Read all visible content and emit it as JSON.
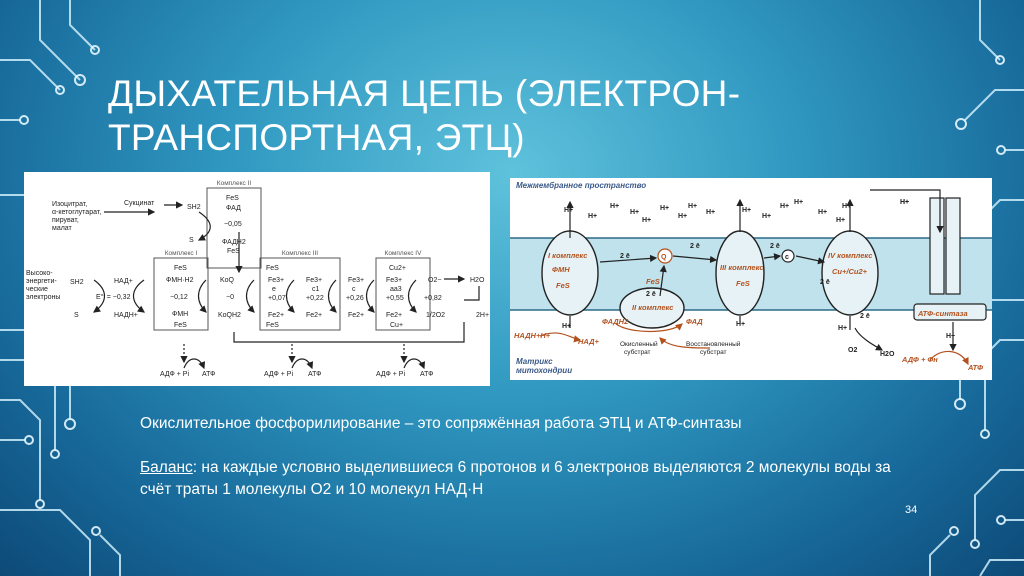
{
  "slide": {
    "title": "ДЫХАТЕЛЬНАЯ ЦЕПЬ (ЭЛЕКТРОН-ТРАНСПОРТНАЯ, ЭТЦ)",
    "line1": "Окислительное фосфорилирование – это сопряжённая работа ЭТЦ и АТФ-синтазы",
    "balance_label": "Баланс",
    "balance_text": ": на каждые условно выделившиеся 6 протонов и 6 электронов выделяются 2 молекулы воды за счёт траты 1 молекулы О2 и 10 молекул НАД·Н",
    "page_number": "34"
  },
  "left_diagram": {
    "complex2_title": "Комплекс II",
    "complex1_title": "Комплекс I",
    "complex3_title": "Комплекс III",
    "complex4_title": "Комплекс IV",
    "substrates": "Изоцитрат,\nα-кетоглутарат,\nпируват,\nмалат",
    "succinate": "Сукцинат",
    "sh2_top": "SH2",
    "s_top": "S",
    "c2_fes": "FeS",
    "c2_fad": "ФАД",
    "c2_e": "−0,05",
    "c2_fadh2": "ФАДН2",
    "c2_fes2": "FeS",
    "high_energy": "Высоко-\nэнергети-\nческие\nэлектроны",
    "sh2": "SH2",
    "s": "S",
    "nad": "НАД+",
    "eo": "E°′ = −0,32",
    "nadh": "НАДН+",
    "c1_fes": "FeS",
    "c1_fmnh2": "ФМН·Н2",
    "c1_e": "−0,12",
    "c1_fmn": "ФМН",
    "c1_fes2": "FeS",
    "koq": "KoQ",
    "koq_e": "−0",
    "koqh2": "KoQH2",
    "c3_fes": "FeS",
    "c3_fe3a": "Fe3+",
    "c3_fe2a": "Fe3+",
    "c3_b": "e",
    "c3_c1": "c1",
    "c3_e1": "+0,07",
    "c3_e2": "+0,22",
    "c3_fes2": "FeS",
    "c3_fe2b": "Fe2+",
    "c3_fe2c": "Fe2+",
    "c_fe3": "Fe3+",
    "c_c": "c",
    "c_e": "+0,26",
    "c_fe2": "Fe2+",
    "c4_cu": "Cu2+",
    "c4_fe3": "Fe3+",
    "c4_aa3": "aa3",
    "c4_e": "+0,55",
    "c4_fe2": "Fe2+",
    "c4_cu2": "Cu+",
    "o2m": "O2−",
    "o_e": "+0,82",
    "half_o2": "1/2O2",
    "h2o": "H2O",
    "twoh": "2H+",
    "adp1": "АДФ + Pi",
    "atp1": "АТФ",
    "adp2": "АДФ + Pi",
    "atp2": "АТФ",
    "adp3": "АДФ + Pi",
    "atp3": "АТФ"
  },
  "right_diagram": {
    "intermembrane": "Межмембранное пространство",
    "matrix": "Матрикс\nмитохондрии",
    "h": "H+",
    "c1": "I комплекс",
    "fmn": "ФМН",
    "fes": "FeS",
    "two_e": "2 ē",
    "q": "Q",
    "c3": "III комплекс",
    "c3_fes": "FeS",
    "c": "c",
    "c4": "IV комплекс",
    "cu": "Cu+/Cu2+",
    "nadh": "НАДН+Н+",
    "nad": "НАД+",
    "c2": "II комплекс",
    "c2_fes": "FeS",
    "fadh2": "ФАДН2",
    "fad": "ФАД",
    "ox_sub": "Окисленный\nсубстрат",
    "red_sub": "Восстановленный\nсубстрат",
    "o2": "O2",
    "h2o": "H2O",
    "atp_synthase": "АТФ-синтаза",
    "adp": "АДФ + Фн",
    "atp": "АТФ"
  }
}
